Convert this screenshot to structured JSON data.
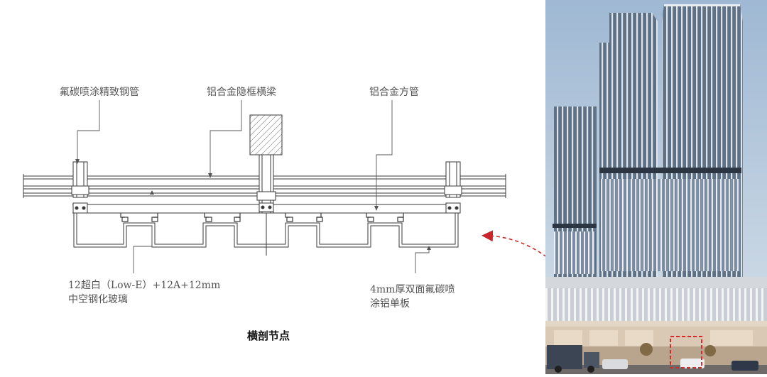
{
  "diagram": {
    "labels": {
      "steel_tube": "氟碳喷涂精致钢管",
      "hidden_beam": "铝合金隐框横梁",
      "square_tube": "铝合金方管",
      "glass_line1": "12超白（Low-E）+12A+12mm",
      "glass_line2": "中空钢化玻璃",
      "panel_line1": "4mm厚双面氟碳喷",
      "panel_line2": "涂铝单板"
    },
    "caption": "横剖节点",
    "colors": {
      "line": "#3a3a3a",
      "leader": "#555555",
      "callout_arrow": "#c8262b"
    }
  },
  "photo": {
    "subject": "facade-rendering",
    "colors": {
      "sky": "#b9cde0",
      "glass": "#6f8094",
      "fins": "#dde3ea",
      "podium": "#d9c9b5",
      "highlight_box": "#d42a2a"
    }
  }
}
